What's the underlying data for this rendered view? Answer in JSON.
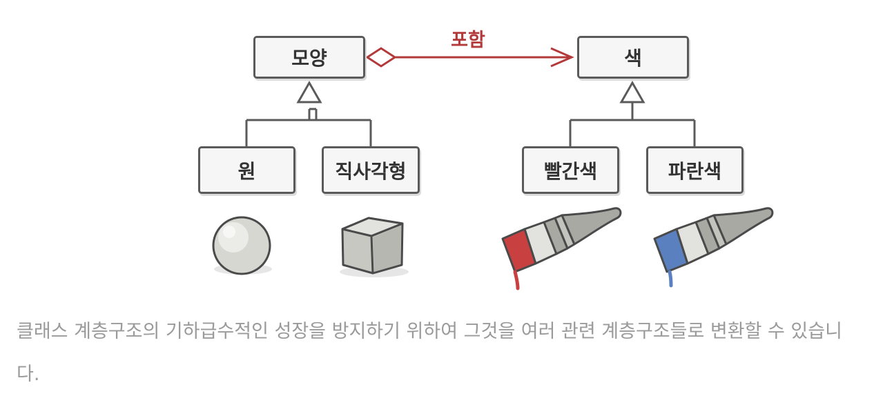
{
  "diagram": {
    "shape": "모양",
    "color": "색",
    "relation": "포함",
    "circle": "원",
    "rectangle": "직사각형",
    "red": "빨간색",
    "blue": "파란색"
  },
  "colors": {
    "relation_red": "#b33a3a",
    "paint_red": "#c84040",
    "paint_blue": "#5a80c0",
    "box_border": "#5a5a5a",
    "caption_gray": "#9a9a9a"
  },
  "icons": [
    "sphere-icon",
    "cube-icon",
    "red-paintbrush-icon",
    "blue-paintbrush-icon"
  ],
  "caption": "클래스 계층구조의 기하급수적인 성장을 방지하기 위하여 그것을 여러 관련 계층구조들로 변환할 수 있습니다."
}
